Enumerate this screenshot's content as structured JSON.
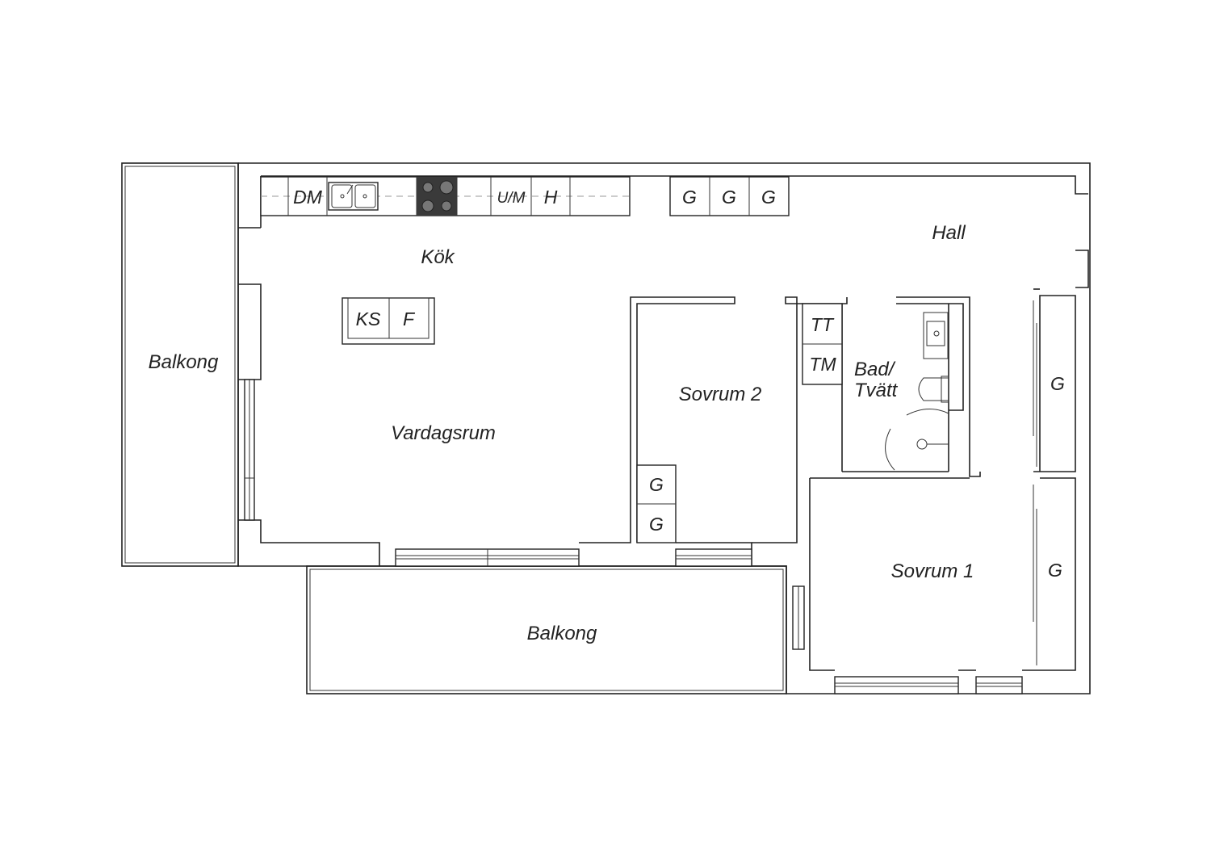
{
  "rooms": {
    "balkong_west": "Balkong",
    "kok": "Kök",
    "hall": "Hall",
    "vardagsrum": "Vardagsrum",
    "sovrum2": "Sovrum 2",
    "bad_line1": "Bad/",
    "bad_line2": "Tvätt",
    "sovrum1": "Sovrum 1",
    "balkong_south": "Balkong"
  },
  "fixtures": {
    "dishwasher": "DM",
    "oven_micro": "U/M",
    "high_cabinet": "H",
    "hall_wardrobe_1": "G",
    "hall_wardrobe_2": "G",
    "hall_wardrobe_3": "G",
    "fridge_freezer": "KS",
    "freezer": "F",
    "dryer": "TT",
    "washer": "TM",
    "sovrum2_wardrobe_1": "G",
    "sovrum2_wardrobe_2": "G",
    "east_wardrobe_upper": "G",
    "east_wardrobe_lower": "G"
  },
  "colors": {
    "wall": "#222222",
    "stove": "#3a3a3a",
    "background": "#ffffff"
  }
}
